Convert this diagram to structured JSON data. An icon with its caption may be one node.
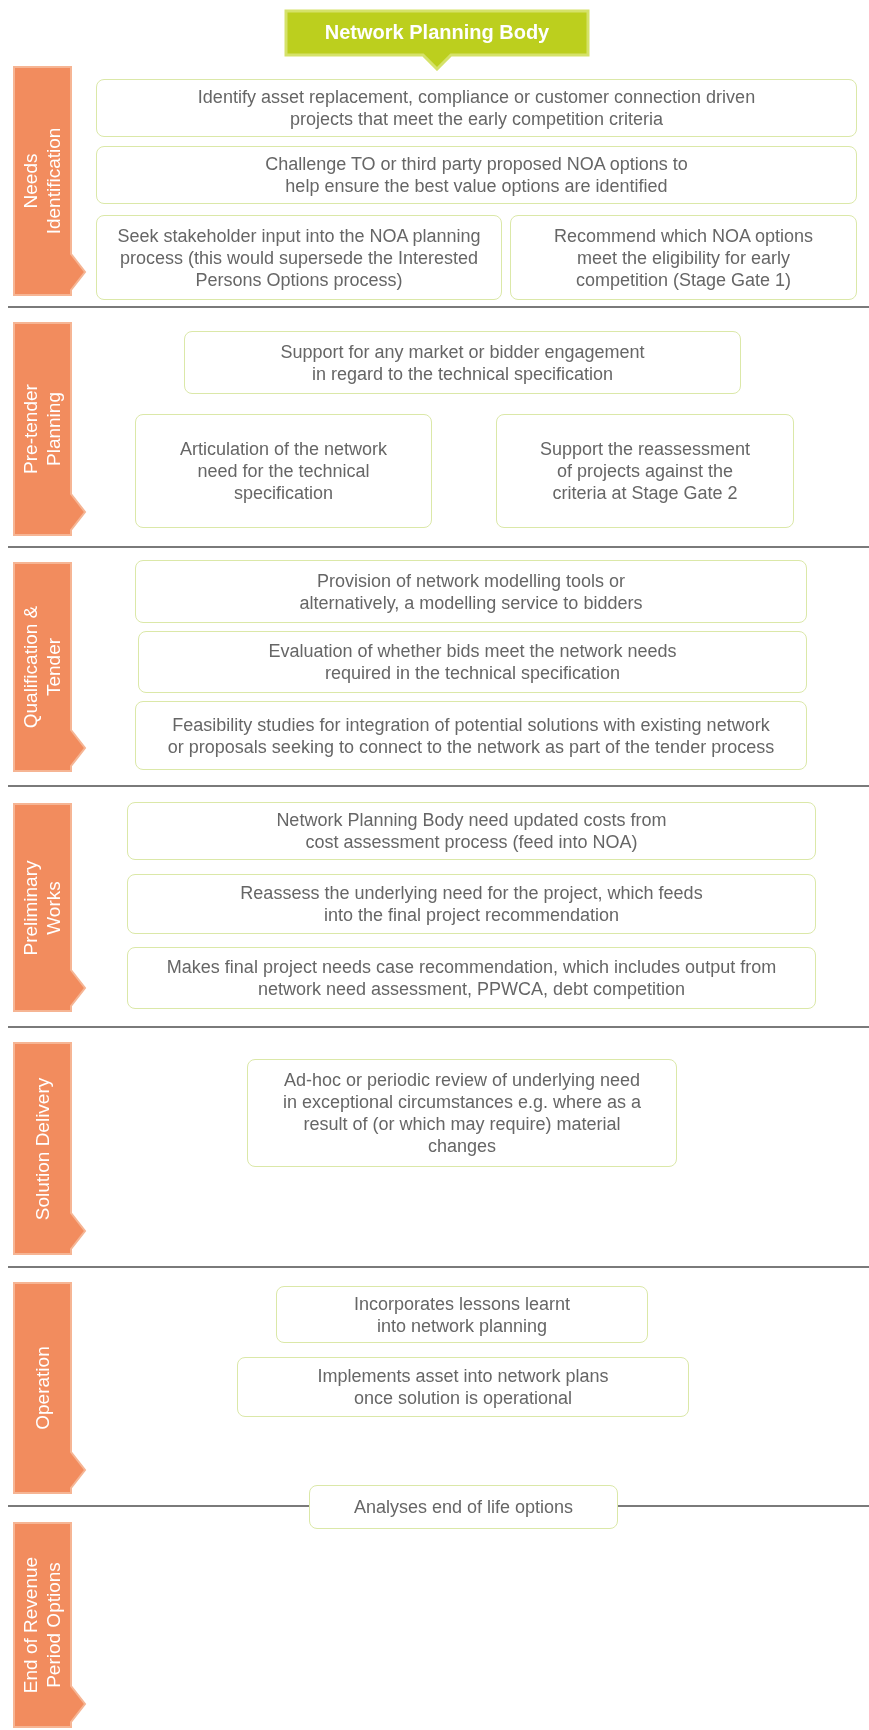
{
  "diagram": {
    "nodes": [
      {
        "text": [
          "Network Planning Body"
        ]
      },
      {
        "text": [
          "Needs Identification"
        ]
      },
      {
        "text": [
          "Identify asset replacement, compliance or customer connection driven projects that meet the early competition criteria"
        ]
      },
      {
        "text": [
          "Challenge TO or third party proposed NOA options to help ensure the best value options are identified"
        ]
      },
      {
        "text": [
          "Seek stakeholder input into the NOA planning process (this would supersede the Interested Persons Options process)"
        ]
      },
      {
        "text": [
          "Recommend which NOA options meet the eligibility for early competition (Stage Gate 1)"
        ]
      },
      {
        "text": [
          "Pre-tender Planning"
        ]
      },
      {
        "text": [
          "Support for any market or bidder engagement in regard to the technical specification"
        ]
      },
      {
        "text": [
          "Articulation of the network need for the technical specification"
        ]
      },
      {
        "text": [
          "Support the reassessment of projects against the criteria at Stage Gate 2"
        ]
      },
      {
        "text": [
          "Qualification & Tender"
        ]
      },
      {
        "text": [
          "Provision of network modelling tools or alternatively, a modelling service to bidders"
        ]
      },
      {
        "text": [
          "Evaluation of whether bids meet the network needs required in the technical specification"
        ]
      },
      {
        "text": [
          "Feasibility studies for integration of potential solutions with existing network or proposals seeking to connect to the network as part of the tender process"
        ]
      },
      {
        "text": [
          "Preliminary Works"
        ]
      },
      {
        "text": [
          "Network Planning Body need updated costs from cost assessment process (feed into NOA)"
        ]
      },
      {
        "text": [
          "Reassess the underlying need for the project, which feeds into the final project recommendation"
        ]
      },
      {
        "text": [
          "Makes final project needs case recommendation, which includes output from network need assessment, PPWCA, debt competition"
        ]
      },
      {
        "text": [
          "Solution Delivery"
        ]
      },
      {
        "text": [
          "Ad-hoc or periodic review of underlying need in exceptional circumstances e.g. where as a result of (or which may require) material changes"
        ]
      },
      {
        "text": [
          "Operation"
        ]
      },
      {
        "text": [
          "Incorporates lessons learnt into network planning"
        ]
      },
      {
        "text": [
          "Implements asset into network plans once solution is operational"
        ]
      },
      {
        "text": [
          "Analyses end of life options"
        ]
      },
      {
        "text": [
          "End of Revenue Period Options"
        ]
      }
    ]
  }
}
